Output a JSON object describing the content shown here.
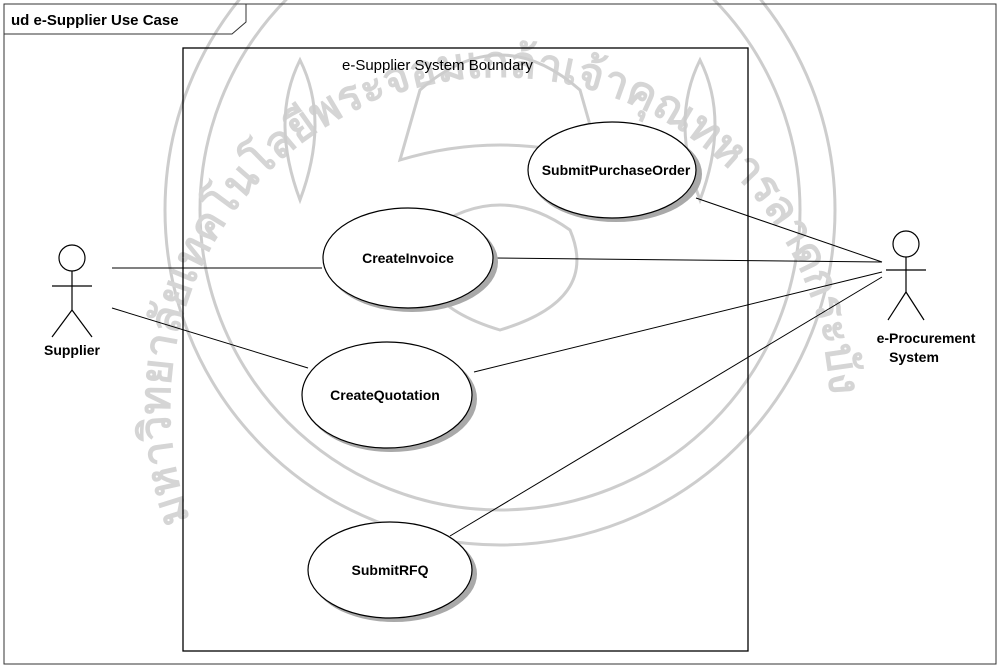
{
  "frame": {
    "title": "ud e-Supplier Use Case"
  },
  "boundary": {
    "title": "e-Supplier System Boundary"
  },
  "actors": {
    "supplier": {
      "label": "Supplier"
    },
    "eprocurement": {
      "label_line1": "e-Procurement",
      "label_line2": "System"
    }
  },
  "use_cases": {
    "submit_po": "SubmitPurchaseOrder",
    "create_invoice": "CreateInvoice",
    "create_quotation": "CreateQuotation",
    "submit_rfq": "SubmitRFQ"
  },
  "watermark": {
    "text": "มหาวิทยาลัยเทคโนโลยีพระจอมเกล้าเจ้าคุณทหารลาดกระบัง"
  },
  "colors": {
    "line": "#000000",
    "shadow": "#a9a9a9",
    "watermark": "#c0c0c0"
  }
}
